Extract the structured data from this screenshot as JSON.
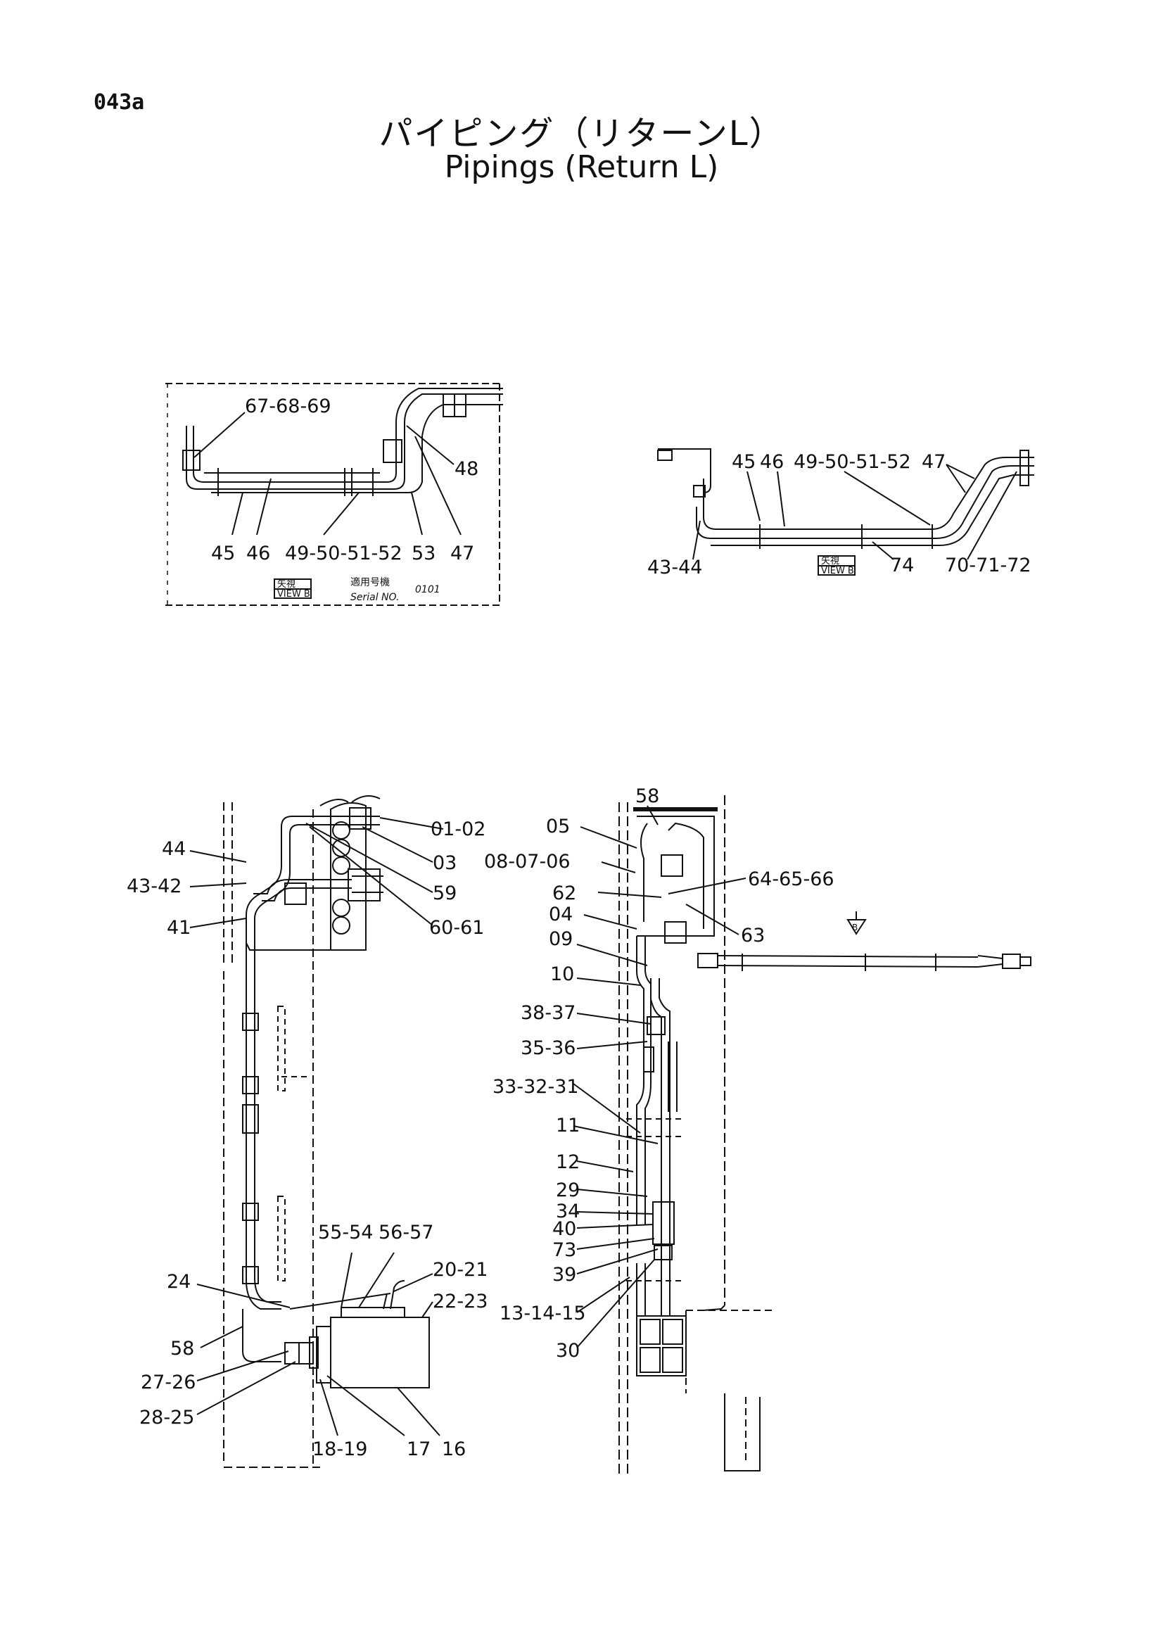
{
  "page_id": "043a",
  "title": {
    "japanese": "パイピング（リターンL）",
    "english": "Pipings (Return L)"
  },
  "view_panel_left": {
    "callouts": [
      "67-68-69",
      "48",
      "45",
      "46",
      "49-50-51-52",
      "53",
      "47"
    ],
    "view_badge": {
      "kanji": "矢視",
      "text": "VIEW B"
    },
    "serial": {
      "label_jp": "適用号機",
      "label_en": "Serial NO.",
      "value": "0101"
    }
  },
  "view_panel_right": {
    "callouts": [
      "45",
      "46",
      "49-50-51-52",
      "47",
      "43-44",
      "74",
      "70-71-72"
    ],
    "view_badge": {
      "kanji": "矢視",
      "text": "VIEW B"
    }
  },
  "main_left": {
    "callouts": [
      "44",
      "01-02",
      "03",
      "43-42",
      "59",
      "41",
      "60-61",
      "55-54",
      "56-57",
      "20-21",
      "24",
      "22-23",
      "58",
      "27-26",
      "28-25",
      "18-19",
      "17",
      "16"
    ]
  },
  "main_right": {
    "callouts": [
      "58",
      "05",
      "08-07-06",
      "64-65-66",
      "62",
      "04",
      "63",
      "09",
      "10",
      "38-37",
      "35-36",
      "33-32-31",
      "11",
      "12",
      "29",
      "34",
      "40",
      "73",
      "39",
      "13-14-15",
      "30"
    ],
    "view_arrow_label": "B"
  }
}
